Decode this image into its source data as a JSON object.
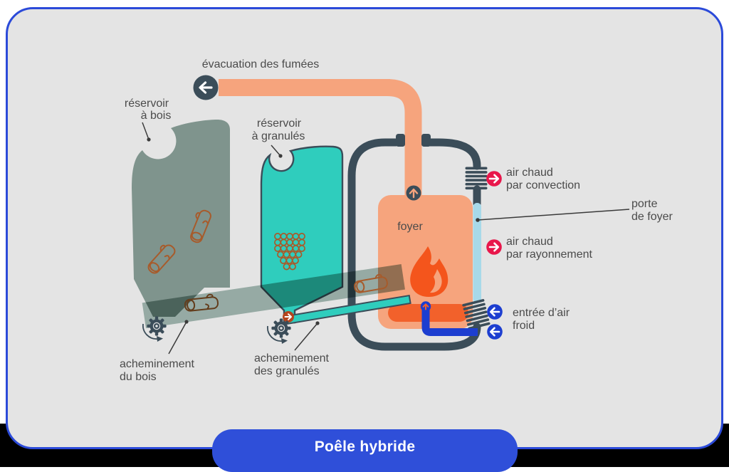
{
  "title": "Poêle hybride",
  "colors": {
    "card_bg": "#e4e4e4",
    "card_border": "#2b4ad9",
    "title_bg": "#2f4fd9",
    "hot": "#f6a47d",
    "flame": "#f4551c",
    "ember": "#f2612b",
    "wood": "#7f948d",
    "teal": "#2fcdbd",
    "outline": "#3b4d59",
    "door": "#a7d9e9",
    "red": "#e8174b",
    "blue": "#1d3ed0",
    "rust": "#b5441c",
    "line_art": "#a75b2b",
    "text": "#4b4b4b"
  },
  "labels": {
    "evacuation": "évacuation des fumées",
    "reservoir_bois": {
      "line1": "réservoir",
      "line2": "à bois"
    },
    "reservoir_granules": {
      "line1": "réservoir",
      "line2": "à granulés"
    },
    "foyer": "foyer",
    "air_convection": {
      "line1": "air chaud",
      "line2": "par convection"
    },
    "porte_foyer": {
      "line1": "porte",
      "line2": "de foyer"
    },
    "air_rayonnement": {
      "line1": "air chaud",
      "line2": "par rayonnement"
    },
    "entree_air": {
      "line1": "entrée d’air",
      "line2": "froid"
    },
    "acheminement_bois": {
      "line1": "acheminement",
      "line2": "du bois"
    },
    "acheminement_granules": {
      "line1": "acheminement",
      "line2": "des granulés"
    }
  },
  "icons": [
    "smoke-left-arrow-icon",
    "flue-up-arrow-icon",
    "convection-arrow-icon",
    "radiation-arrow-icon",
    "cold-air-arrow-icon",
    "air-inlet-up-arrow-icon",
    "auger-arrow-icon",
    "wood-gear-icon",
    "pellet-gear-icon",
    "rotation-arrow-icon",
    "flame-icon",
    "coil-icon",
    "logs-icon",
    "pellets-icon",
    "door-strip"
  ]
}
